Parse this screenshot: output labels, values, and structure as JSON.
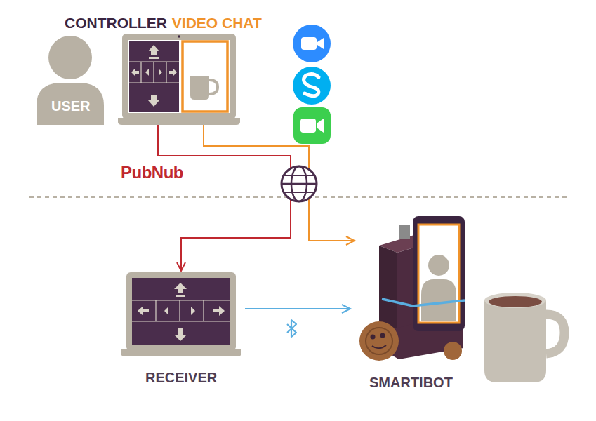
{
  "diagram": {
    "nodes": [
      {
        "text": [
          "USER"
        ]
      },
      {
        "text": [
          "CONTROLLER",
          "VIDEO CHAT"
        ]
      },
      {
        "text": [
          "RECEIVER"
        ]
      },
      {
        "text": [
          "SMARTIBOT"
        ]
      }
    ],
    "edges": [
      {
        "from": 1,
        "to": 2,
        "arrow": "to",
        "label": "PubNub"
      },
      {
        "from": 1,
        "to": 3,
        "arrow": "to"
      },
      {
        "from": 2,
        "to": 3,
        "arrow": "to"
      }
    ]
  }
}
